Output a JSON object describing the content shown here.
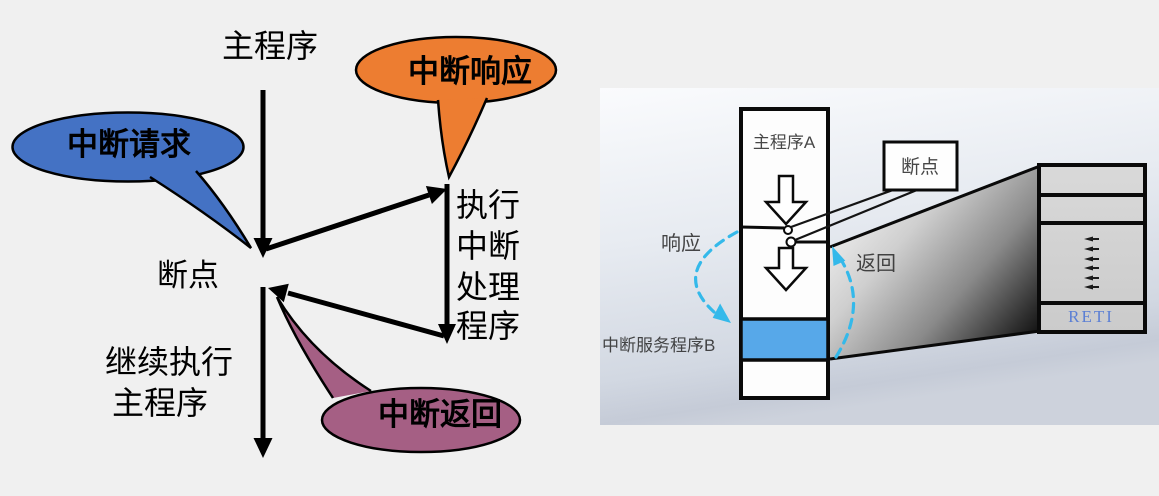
{
  "scene": {
    "background": "#f0f0f0"
  },
  "flow": {
    "main_program_label": "主程序",
    "breakpoint_label": "断点",
    "handler_line1": "执行",
    "handler_line2": "中断",
    "handler_line3": "处理",
    "handler_line4": "程序",
    "continue_line1": "继续执行",
    "continue_line2": "主程序",
    "bubble_request": {
      "label": "中断请求",
      "color": "#4472c4"
    },
    "bubble_response": {
      "label": "中断响应",
      "color": "#ed7d31"
    },
    "bubble_return": {
      "label": "中断返回",
      "color": "#a55f84"
    }
  },
  "memory_panel": {
    "main_column_label": "主程序A",
    "breakpoint_box_label": "断点",
    "response_label": "响应",
    "return_label": "返回",
    "isr_label": "中断服务程序B",
    "reti_label": "RETI",
    "colors": {
      "isr_highlight": "#57a8e9",
      "dashed_arrow": "#34b9ea",
      "reti_text": "#5b7fd4"
    }
  }
}
